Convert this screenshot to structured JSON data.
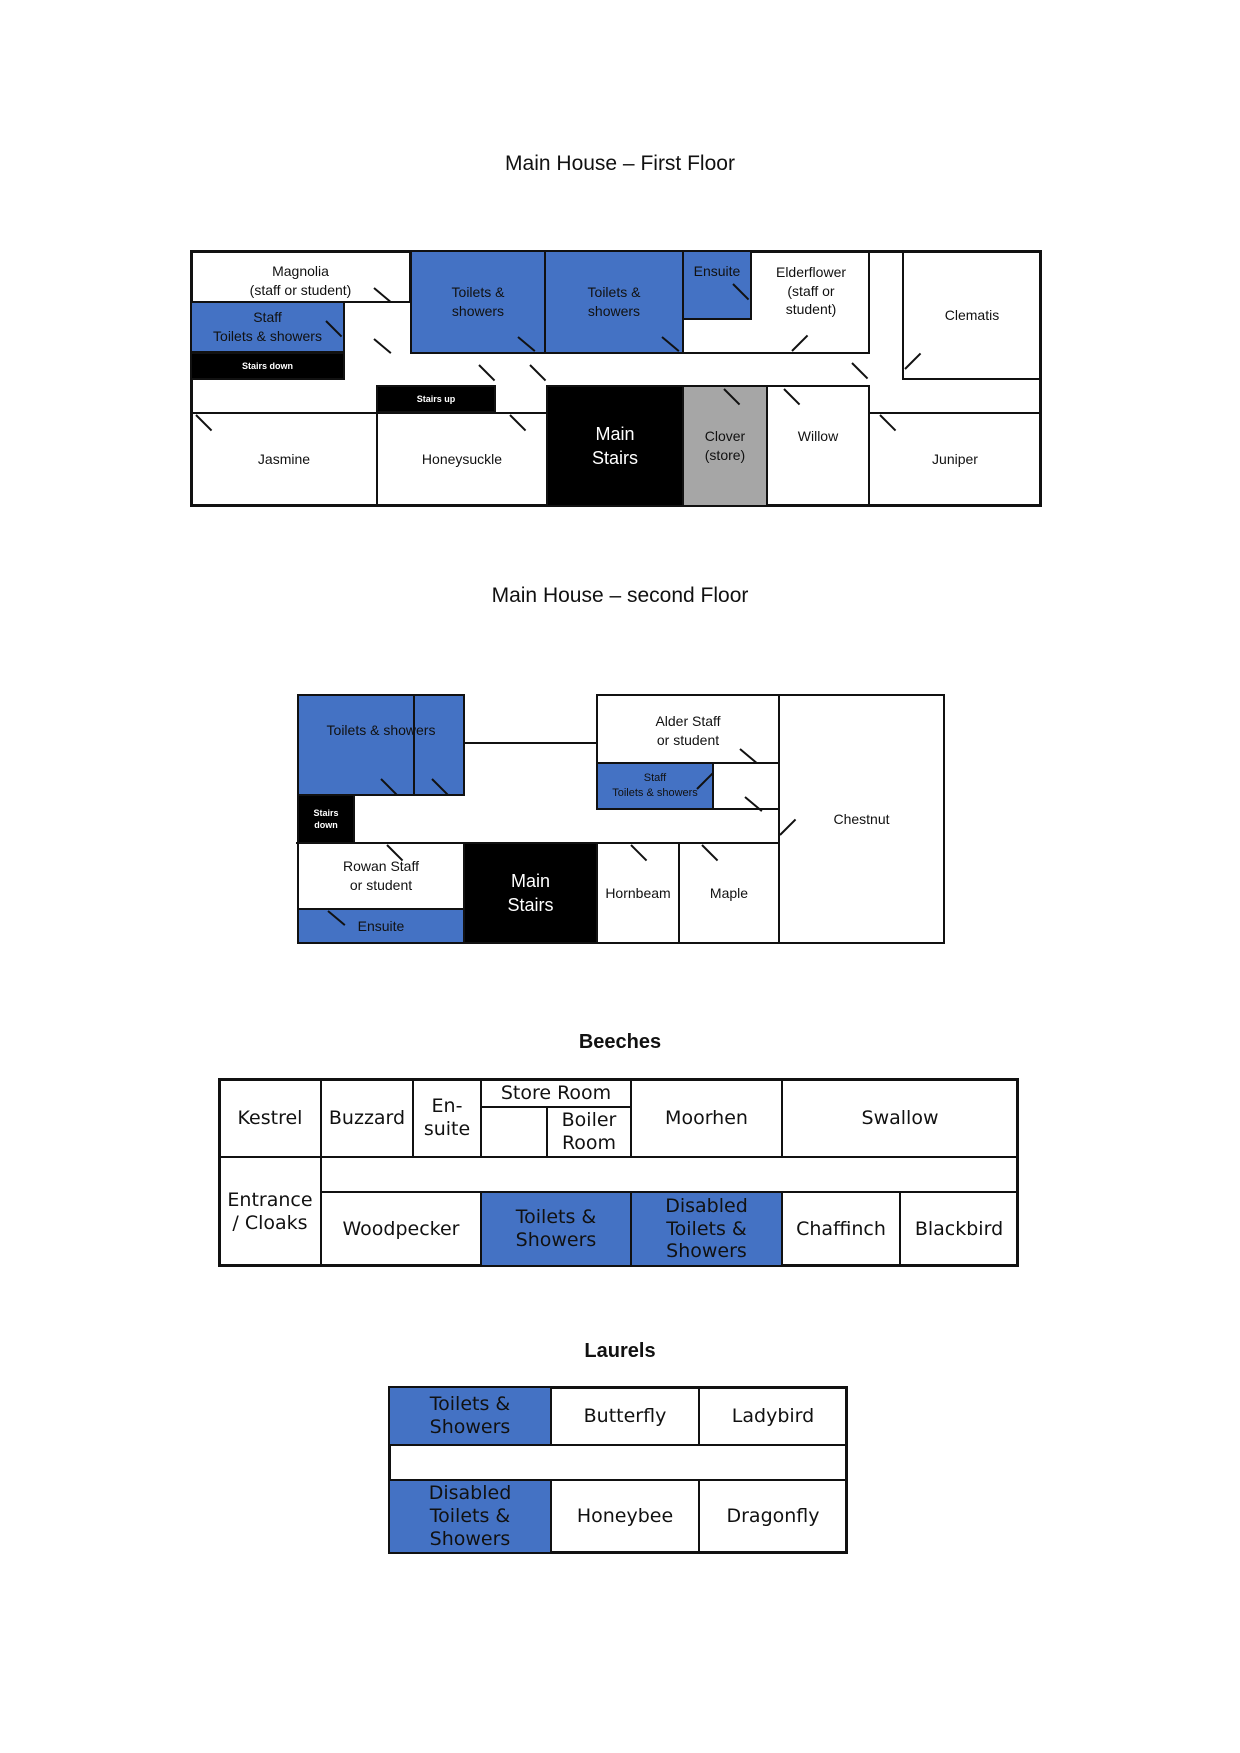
{
  "first_floor": {
    "title": "Main House – First Floor",
    "rooms": {
      "magnolia": "Magnolia\n(staff or student)",
      "staff_toilets": "Staff\nToilets & showers",
      "stairs_down": "Stairs down",
      "toilets1": "Toilets &\nshowers",
      "toilets2": "Toilets &\nshowers",
      "ensuite": "Ensuite",
      "elderflower": "Elderflower\n(staff or\nstudent)",
      "clematis": "Clematis",
      "stairs_up": "Stairs up",
      "jasmine": "Jasmine",
      "honeysuckle": "Honeysuckle",
      "main_stairs": "Main\nStairs",
      "clover": "Clover\n(store)",
      "willow": "Willow",
      "juniper": "Juniper"
    }
  },
  "second_floor": {
    "title": "Main House – second Floor",
    "rooms": {
      "toilets": "Toilets & showers",
      "stairs_down": "Stairs\ndown",
      "alder": "Alder Staff\nor student",
      "staff_toilets": "Staff\nToilets & showers",
      "chestnut": "Chestnut",
      "rowan": "Rowan Staff\nor student",
      "ensuite": "Ensuite",
      "main_stairs": "Main\nStairs",
      "hornbeam": "Hornbeam",
      "maple": "Maple"
    }
  },
  "beeches": {
    "title": "Beeches",
    "rooms": {
      "kestrel": "Kestrel",
      "buzzard": "Buzzard",
      "ensuite": "En-\nsuite",
      "store": "Store Room",
      "boiler": "Boiler\nRoom",
      "moorhen": "Moorhen",
      "swallow": "Swallow",
      "entrance": "Entrance\n/ Cloaks",
      "woodpecker": "Woodpecker",
      "toilets": "Toilets &\nShowers",
      "disabled": "Disabled\nToilets &\nShowers",
      "chaffinch": "Chaffinch",
      "blackbird": "Blackbird"
    }
  },
  "laurels": {
    "title": "Laurels",
    "rooms": {
      "toilets": "Toilets &\nShowers",
      "butterfly": "Butterfly",
      "ladybird": "Ladybird",
      "disabled": "Disabled\nToilets &\nShowers",
      "honeybee": "Honeybee",
      "dragonfly": "Dragonfly"
    }
  },
  "colors": {
    "facility": "#4472c4",
    "stairs": "#000000",
    "store": "#a6a6a6"
  }
}
